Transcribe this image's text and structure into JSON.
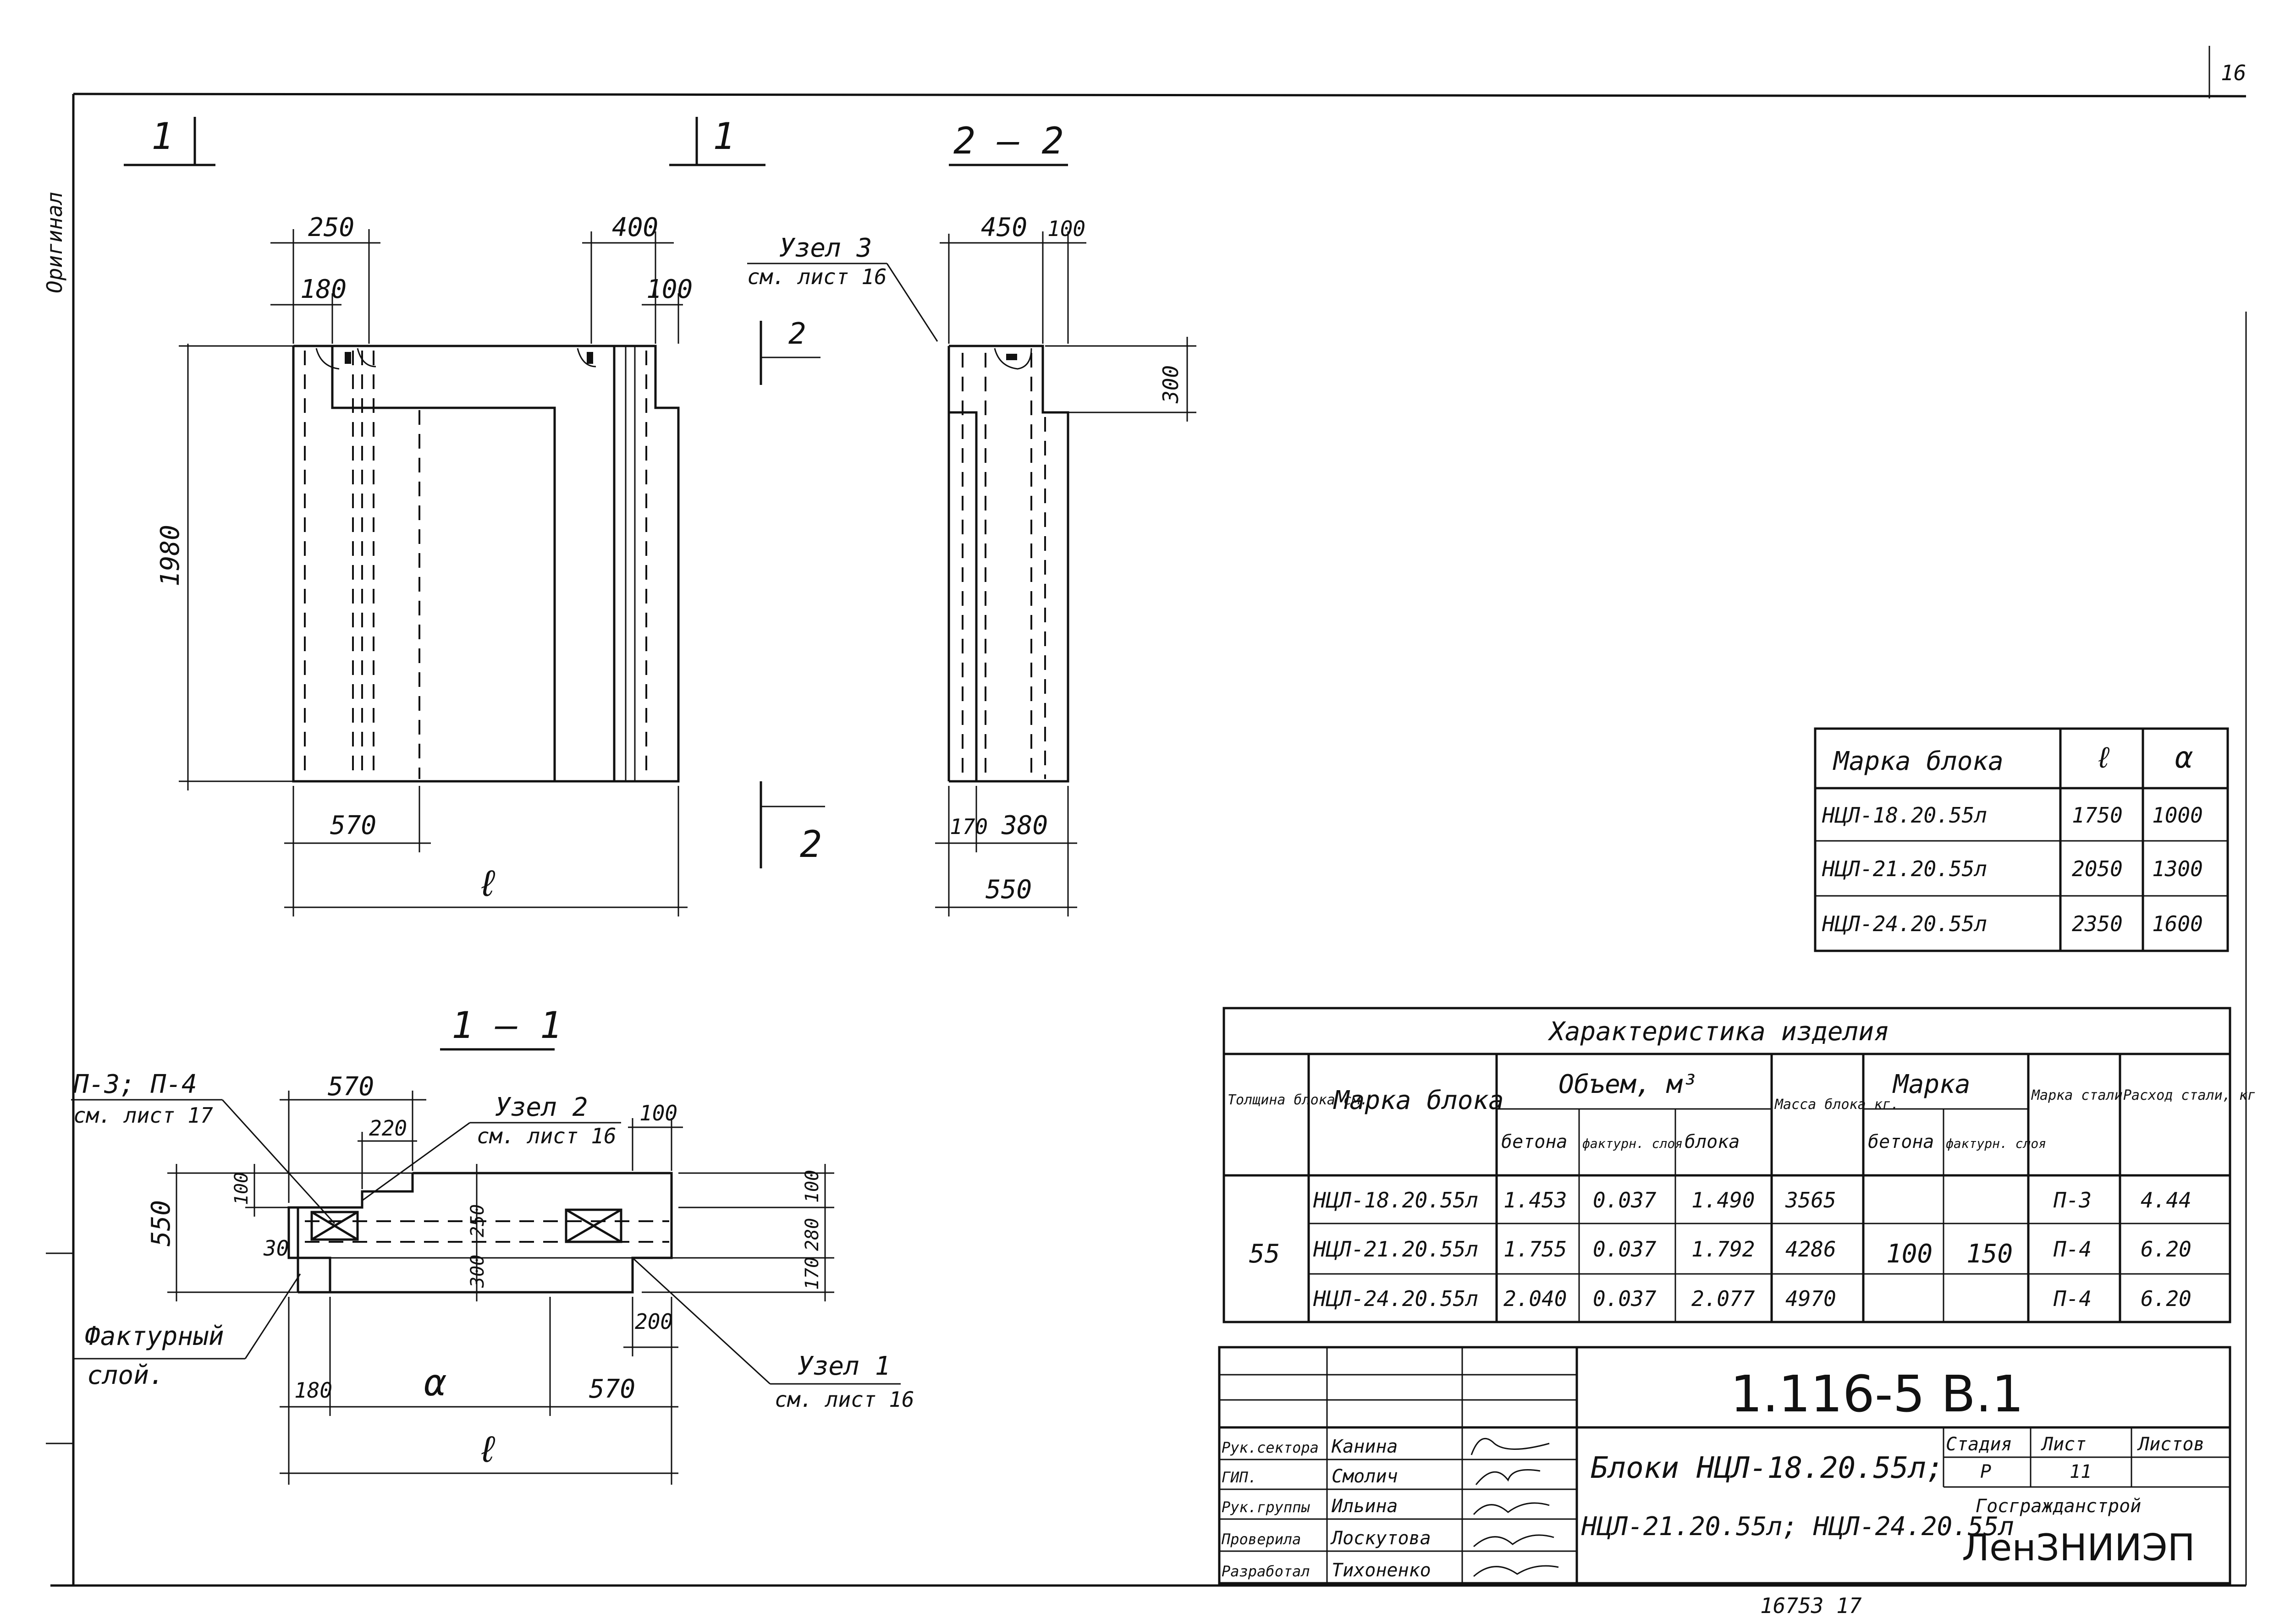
{
  "page": {
    "sheet_corner": "16",
    "side_stamp": "Оригинал",
    "bottom_note": "16753  17"
  },
  "views": {
    "elevation": {
      "section_mark_left": "1",
      "section_mark_right": "1",
      "dim_top1": "250",
      "dim_top2": "180",
      "dim_top3": "400",
      "dim_top4": "100",
      "dim_height": "1980",
      "dim_bottom1": "570",
      "dim_length": "ℓ",
      "cut_mark_top": "2",
      "cut_mark_bottom": "2"
    },
    "section22": {
      "title": "2 — 2",
      "node_ref_title": "Узел 3",
      "node_ref_sheet": "см. лист 16",
      "dim_top1": "450",
      "dim_top2": "100",
      "dim_side": "300",
      "dim_b1": "170",
      "dim_b2": "380",
      "dim_total": "550"
    },
    "section11": {
      "title": "1 — 1",
      "callout_bars": "П-3; П-4",
      "callout_bars_sheet": "см. лист 17",
      "node2": "Узел 2",
      "node2_sheet": "см. лист 16",
      "node1": "Узел 1",
      "node1_sheet": "см. лист 16",
      "facing_layer1": "Фактурный",
      "facing_layer2": "слой.",
      "dim_570_top": "570",
      "dim_220": "220",
      "dim_100_top": "100",
      "dim_550": "550",
      "dim_100_left": "100",
      "dim_30": "30",
      "dim_100_right": "100",
      "dim_280": "280",
      "dim_170": "170",
      "dim_250": "250",
      "dim_300": "300",
      "dim_200": "200",
      "dim_180": "180",
      "dim_a": "α",
      "dim_570_bot": "570",
      "dim_l": "ℓ"
    }
  },
  "size_table": {
    "headers": [
      "Марка блока",
      "ℓ",
      "α"
    ],
    "rows": [
      [
        "НЦЛ-18.20.55л",
        "1750",
        "1000"
      ],
      [
        "НЦЛ-21.20.55л",
        "2050",
        "1300"
      ],
      [
        "НЦЛ-24.20.55л",
        "2350",
        "1600"
      ]
    ]
  },
  "char_table": {
    "title": "Характеристика изделия",
    "h_thickness": "Толщина блока см.",
    "h_mark": "Марка блока",
    "h_volume": "Объем, м³",
    "h_vol_concrete": "бетона",
    "h_vol_facing": "фактурн. слоя",
    "h_vol_block": "блока",
    "h_mass": "Масса блока кг.",
    "h_grade": "Марка",
    "h_grade_concrete": "бетона",
    "h_grade_facing": "фактурн. слоя",
    "h_steel_mark": "Марка стали",
    "h_steel_use": "Расход стали, кг",
    "thickness": "55",
    "grade_concrete": "100",
    "grade_facing": "150",
    "rows": [
      [
        "НЦЛ-18.20.55л",
        "1.453",
        "0.037",
        "1.490",
        "3565",
        "П-3",
        "4.44"
      ],
      [
        "НЦЛ-21.20.55л",
        "1.755",
        "0.037",
        "1.792",
        "4286",
        "П-4",
        "6.20"
      ],
      [
        "НЦЛ-24.20.55л",
        "2.040",
        "0.037",
        "2.077",
        "4970",
        "П-4",
        "6.20"
      ]
    ]
  },
  "title_block": {
    "code": "1.116-5 В.1",
    "name1": "Блоки  НЦЛ-18.20.55л;",
    "name2": "НЦЛ-21.20.55л; НЦЛ-24.20.55л",
    "stage_h": "Стадия",
    "sheet_h": "Лист",
    "sheets_h": "Листов",
    "stage": "Р",
    "sheet": "11",
    "org1": "Госгражданстрой",
    "org2": "ЛенЗНИИЭП",
    "staff": [
      [
        "Рук.сектора",
        "Канина"
      ],
      [
        "ГИП.",
        "Смолич"
      ],
      [
        "Рук.группы",
        "Ильина"
      ],
      [
        "Проверила",
        "Лоскутова"
      ],
      [
        "Разработал",
        "Тихоненко"
      ]
    ]
  }
}
